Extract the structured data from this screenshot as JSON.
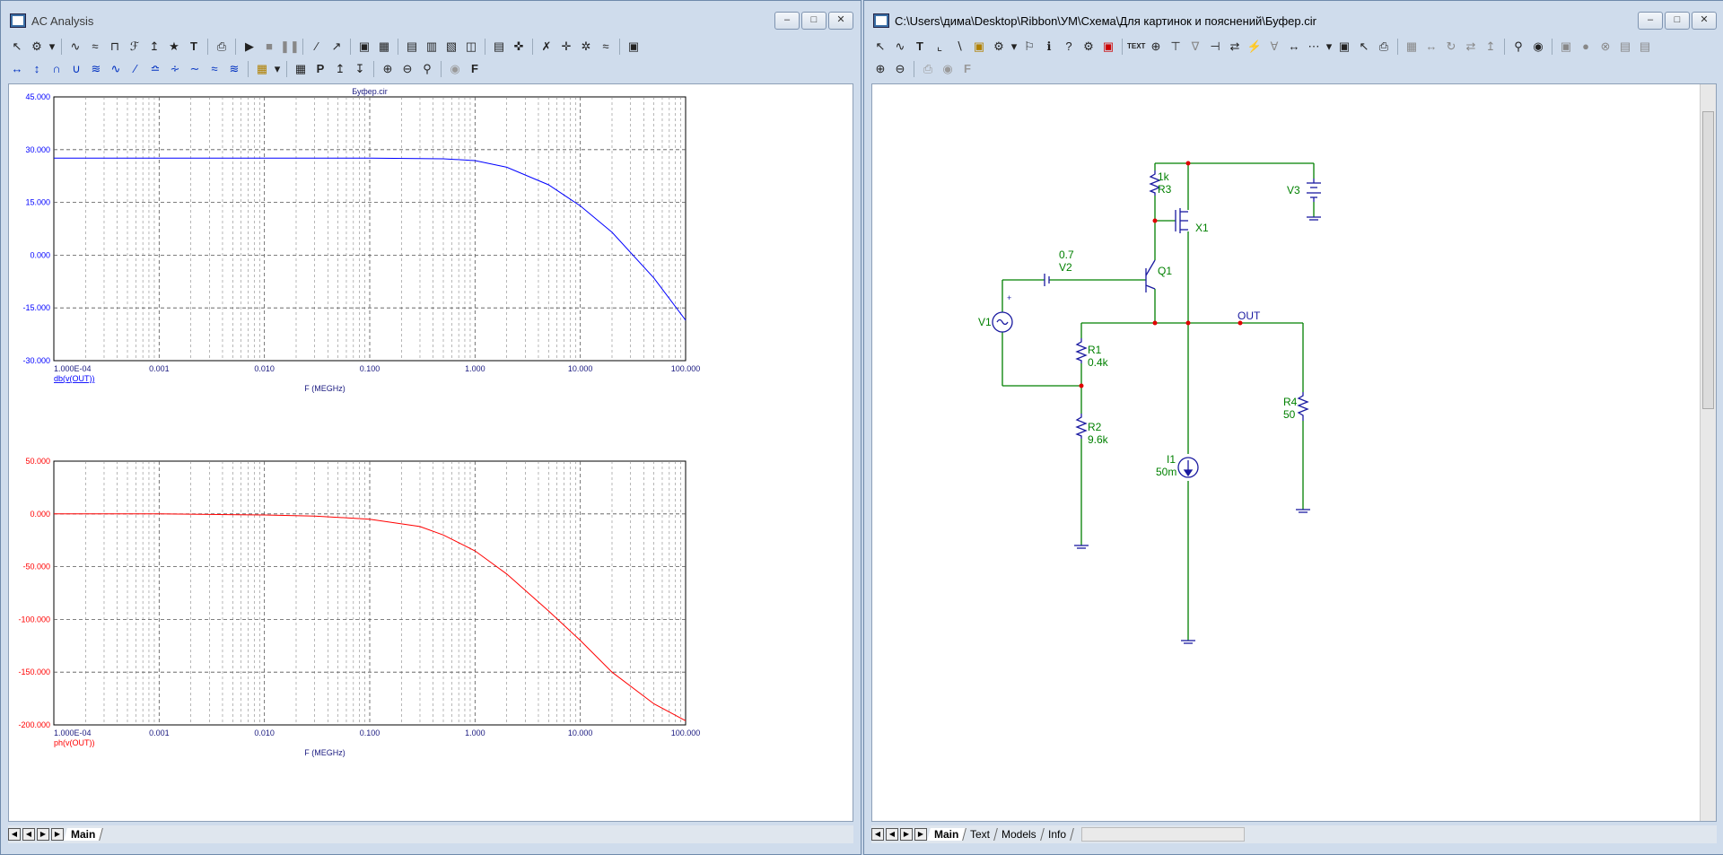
{
  "left_window": {
    "title": "AC Analysis",
    "toolbar1_icons": [
      "pointer-icon",
      "select-icon",
      "graph-icon",
      "stack-icon",
      "wave-icon",
      "tools-icon",
      "peak-icon",
      "text-icon",
      "print-icon",
      "run-icon",
      "stop-icon",
      "pause-icon",
      "line-icon",
      "diag-icon",
      "table-icon",
      "grid-icon",
      "panel-icon",
      "panel2-icon",
      "panel3-icon",
      "panel4-icon",
      "scope-icon",
      "cursor-icon",
      "marker-icon",
      "mark2-icon",
      "monitor-icon"
    ],
    "tabs": [
      {
        "label": "Main",
        "active": true
      }
    ]
  },
  "plot_top": {
    "title": "Буфер.cir",
    "y_ticks": [
      "45.000",
      "30.000",
      "15.000",
      "0.000",
      "-15.000",
      "-30.000"
    ],
    "x_ticks": [
      "1.000E-04",
      "0.001",
      "0.010",
      "0.100",
      "1.000",
      "10.000",
      "100.000"
    ],
    "trace_label": "db(v(OUT))",
    "xlabel": "F (MEGHz)"
  },
  "plot_bottom": {
    "y_ticks": [
      "50.000",
      "0.000",
      "-50.000",
      "-100.000",
      "-150.000",
      "-200.000"
    ],
    "x_ticks": [
      "1.000E-04",
      "0.001",
      "0.010",
      "0.100",
      "1.000",
      "10.000",
      "100.000"
    ],
    "trace_label": "ph(v(OUT))",
    "xlabel": "F (MEGHz)"
  },
  "chart_data": [
    {
      "type": "line",
      "title": "Буфер.cir",
      "xlabel": "F (MEGHz)",
      "ylabel": "",
      "x_scale": "log",
      "xlim": [
        0.0001,
        100
      ],
      "ylim": [
        -30,
        45
      ],
      "grid": true,
      "series": [
        {
          "name": "db(v(OUT))",
          "color": "#0000ff",
          "x": [
            0.0001,
            0.001,
            0.01,
            0.1,
            0.5,
            1,
            2,
            5,
            10,
            20,
            50,
            100
          ],
          "values": [
            27.6,
            27.6,
            27.6,
            27.6,
            27.4,
            26.9,
            25.0,
            20.0,
            14.0,
            6.5,
            -6.5,
            -18.5
          ]
        }
      ]
    },
    {
      "type": "line",
      "title": "",
      "xlabel": "F (MEGHz)",
      "ylabel": "",
      "x_scale": "log",
      "xlim": [
        0.0001,
        100
      ],
      "ylim": [
        -200,
        50
      ],
      "grid": true,
      "series": [
        {
          "name": "ph(v(OUT))",
          "color": "#ff0000",
          "x": [
            0.0001,
            0.001,
            0.01,
            0.03,
            0.1,
            0.3,
            0.5,
            1,
            2,
            5,
            10,
            20,
            50,
            100
          ],
          "values": [
            0,
            0,
            -1,
            -2,
            -5,
            -12,
            -20,
            -35,
            -57,
            -92,
            -120,
            -150,
            -180,
            -196
          ]
        }
      ]
    }
  ],
  "right_window": {
    "title": "C:\\Users\\дима\\Desktop\\Ribbon\\УМ\\Схема\\Для картинок и пояснений\\Буфер.cir",
    "tabs": [
      {
        "label": "Main",
        "active": true
      },
      {
        "label": "Text"
      },
      {
        "label": "Models"
      },
      {
        "label": "Info"
      }
    ]
  },
  "schematic": {
    "labels": {
      "r3_value": "1k",
      "r3_name": "R3",
      "v3": "V3",
      "x1": "X1",
      "v2_value": "0.7",
      "v2_name": "V2",
      "q1": "Q1",
      "v1": "V1",
      "out": "OUT",
      "r1_name": "R1",
      "r1_value": "0.4k",
      "r2_name": "R2",
      "r2_value": "9.6k",
      "r4_name": "R4",
      "r4_value": "50",
      "i1_name": "I1",
      "i1_value": "50m"
    }
  }
}
